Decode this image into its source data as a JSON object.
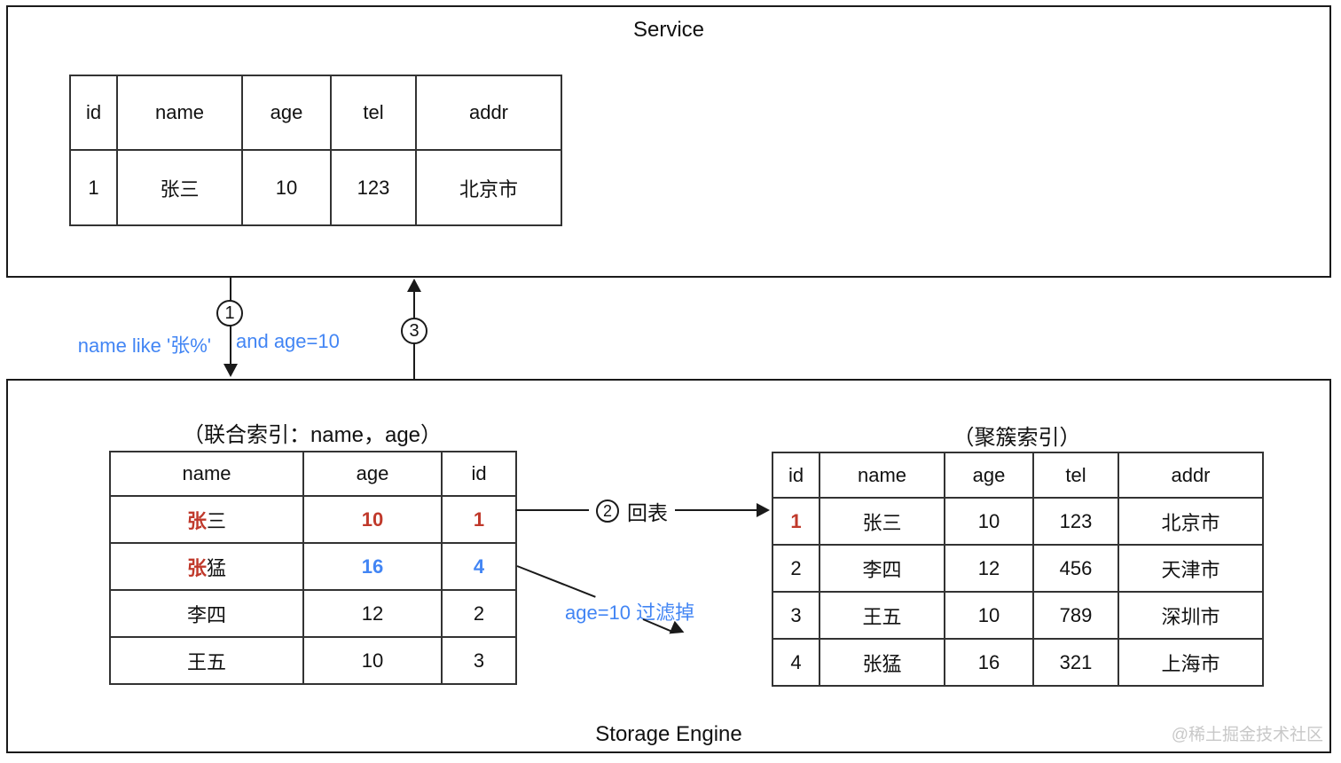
{
  "colors": {
    "highlight-red": "#c0392b",
    "highlight-blue": "#4285f4",
    "watermark-gray": "#c8c8c8"
  },
  "service": {
    "label": "Service"
  },
  "storage": {
    "label": "Storage Engine"
  },
  "watermark": "@稀土掘金技术社区",
  "tables": {
    "service": {
      "headers": [
        "id",
        "name",
        "age",
        "tel",
        "addr"
      ],
      "rows": [
        [
          "1",
          "张三",
          "10",
          "123",
          "北京市"
        ]
      ]
    },
    "joint_index": {
      "title": "（联合索引：name，age）",
      "headers": [
        "name",
        "age",
        "id"
      ],
      "rows": [
        {
          "name_prefix": "张",
          "name_rest": "三",
          "age": "10",
          "id": "1"
        },
        {
          "name_prefix": "张",
          "name_rest": "猛",
          "age": "16",
          "id": "4"
        },
        {
          "name_prefix": "",
          "name_rest": "李四",
          "age": "12",
          "id": "2"
        },
        {
          "name_prefix": "",
          "name_rest": "王五",
          "age": "10",
          "id": "3"
        }
      ]
    },
    "clustered_index": {
      "title": "（聚簇索引）",
      "headers": [
        "id",
        "name",
        "age",
        "tel",
        "addr"
      ],
      "rows": [
        [
          "1",
          "张三",
          "10",
          "123",
          "北京市"
        ],
        [
          "2",
          "李四",
          "12",
          "456",
          "天津市"
        ],
        [
          "3",
          "王五",
          "10",
          "789",
          "深圳市"
        ],
        [
          "4",
          "张猛",
          "16",
          "321",
          "上海市"
        ]
      ]
    }
  },
  "annotations": {
    "step1": "1",
    "step2": "2",
    "step3": "3",
    "query_left": "name like '张%'",
    "query_right": "and age=10",
    "back_to_table": "回表",
    "filter_note": "age=10 过滤掉"
  }
}
